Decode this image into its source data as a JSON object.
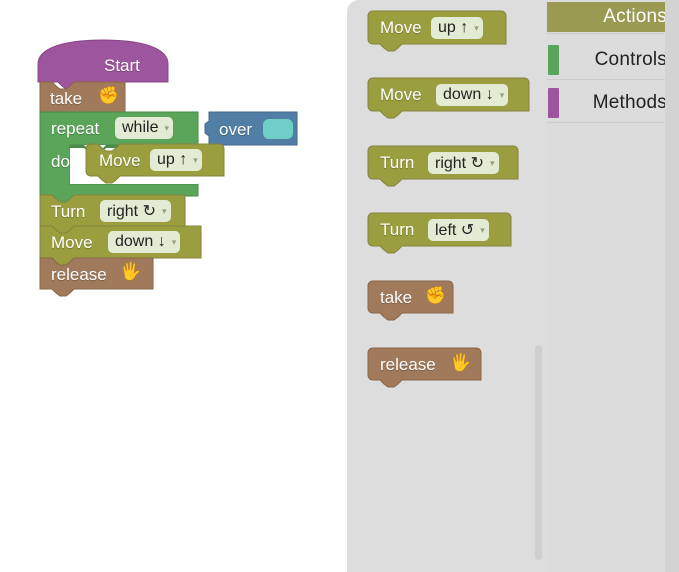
{
  "app": {
    "name": "block-programming-editor",
    "workspace_background": "#ffffff",
    "palette_background": "#dddddd",
    "toolbox_background": "#dcdcdc"
  },
  "colors": {
    "actions": "#9a9a52",
    "actions_dark": "#84843f",
    "controls": "#5ba55b",
    "controls_dark": "#4a8a4a",
    "methods": "#9d569d",
    "methods_dark": "#8a468a",
    "take_release": "#a07a5a",
    "take_release_dark": "#8a6548",
    "boolean_blue": "#507ea4",
    "boolean_blue_dark": "#44688a",
    "field_bg": "#e4ebd4",
    "cyan_slot": "#6ecfc6",
    "selected_row": "#9a9a52"
  },
  "toolbox": {
    "categories": [
      {
        "label": "Actions",
        "color": "#9a9a52",
        "selected": true
      },
      {
        "label": "Controls",
        "color": "#5ba55b",
        "selected": false
      },
      {
        "label": "Methods",
        "color": "#9d569d",
        "selected": false
      }
    ]
  },
  "palette": {
    "title": "Actions",
    "blocks": [
      {
        "label": "Move",
        "field": "up ↑",
        "caret": "▾",
        "kind": "action"
      },
      {
        "label": "Move",
        "field": "down ↓",
        "caret": "▾",
        "kind": "action"
      },
      {
        "label": "Turn",
        "field": "right ↻",
        "caret": "▾",
        "kind": "action"
      },
      {
        "label": "Turn",
        "field": "left ↺",
        "caret": "▾",
        "kind": "action"
      },
      {
        "label": "take",
        "icon": "✊",
        "kind": "method"
      },
      {
        "label": "release",
        "icon": "Ὑ0",
        "kind": "method"
      }
    ],
    "icons": {
      "take": "✊",
      "release": "🖐"
    },
    "scrollbar": {
      "visible": true
    }
  },
  "script": {
    "hat": {
      "label": "Start"
    },
    "statements": [
      {
        "name": "take",
        "label": "take",
        "icon": "✊"
      },
      {
        "name": "repeat",
        "label": "repeat",
        "field": "while",
        "caret": "▾",
        "do_label": "do",
        "condition": {
          "label": "over",
          "slot_value": ""
        },
        "body": [
          {
            "name": "move",
            "label": "Move",
            "field": "up ↑",
            "caret": "▾"
          }
        ]
      },
      {
        "name": "turn",
        "label": "Turn",
        "field": "right ↻",
        "caret": "▾"
      },
      {
        "name": "move",
        "label": "Move",
        "field": "down ↓",
        "caret": "▾"
      },
      {
        "name": "release",
        "label": "release",
        "icon": "🖐"
      }
    ]
  }
}
